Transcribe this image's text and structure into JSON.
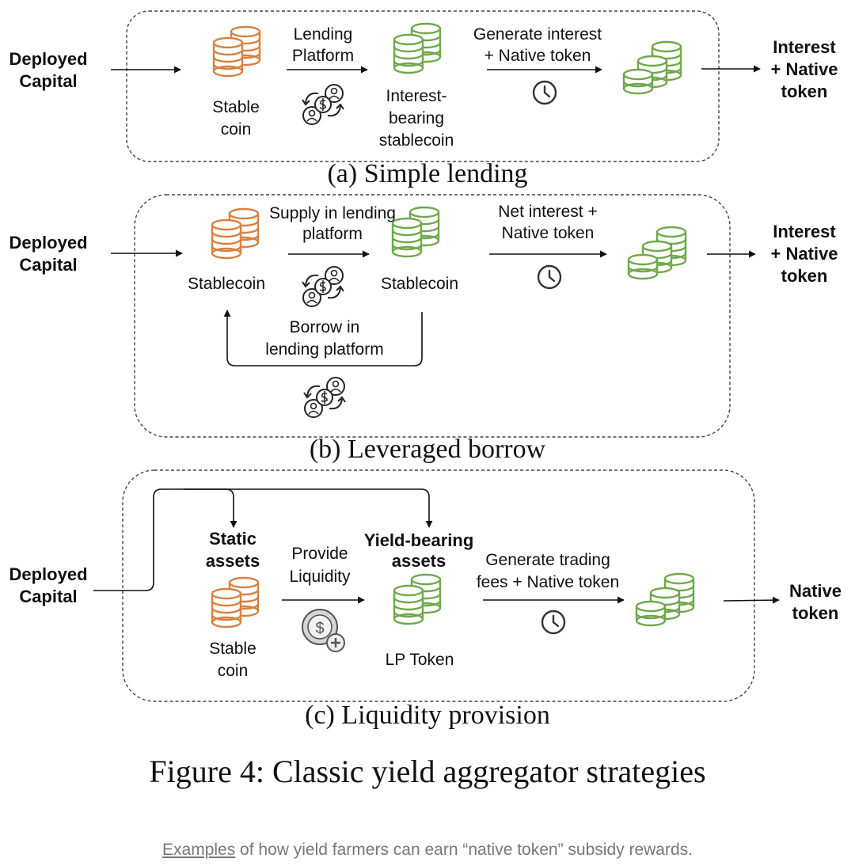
{
  "colors": {
    "stable": "#d9803e",
    "yield": "#6fa84a",
    "ink": "#111111",
    "icon": "#333333",
    "caption": "#777777"
  },
  "icons": [
    "stablecoin-stack-icon",
    "yield-coin-stack-icon",
    "lending-exchange-icon",
    "clock-icon",
    "liquidity-coin-icon"
  ],
  "panel_a": {
    "input": [
      "Deployed",
      "Capital"
    ],
    "coin_label": [
      "Stable",
      "coin"
    ],
    "step1": [
      "Lending",
      "Platform"
    ],
    "token_label": [
      "Interest-",
      "bearing",
      "stablecoin"
    ],
    "step2": [
      "Generate interest",
      "+ Native token"
    ],
    "output": [
      "Interest",
      "+ Native",
      "token"
    ],
    "caption": "(a) Simple lending"
  },
  "panel_b": {
    "input": [
      "Deployed",
      "Capital"
    ],
    "coin_label": "Stablecoin",
    "step1": [
      "Supply in lending",
      "platform"
    ],
    "token_label": "Stablecoin",
    "loop": [
      "Borrow in",
      "lending platform"
    ],
    "step2": [
      "Net interest +",
      "Native token"
    ],
    "output": [
      "Interest",
      "+ Native",
      "token"
    ],
    "caption": "(b) Leveraged borrow"
  },
  "panel_c": {
    "input": [
      "Deployed",
      "Capital"
    ],
    "static_title": [
      "Static",
      "assets"
    ],
    "coin_label": [
      "Stable",
      "coin"
    ],
    "step1": [
      "Provide",
      "Liquidity"
    ],
    "yield_title": "Yield-bearing",
    "yield_title2": "assets",
    "token_label": "LP Token",
    "step2": [
      "Generate trading",
      "fees + Native token"
    ],
    "output": [
      "Native",
      "token"
    ],
    "caption": "(c) Liquidity provision"
  },
  "figure_title": "Figure 4: Classic yield aggregator strategies",
  "caption": {
    "link": "Examples",
    "text": " of how yield farmers can earn “native token” subsidy rewards."
  }
}
